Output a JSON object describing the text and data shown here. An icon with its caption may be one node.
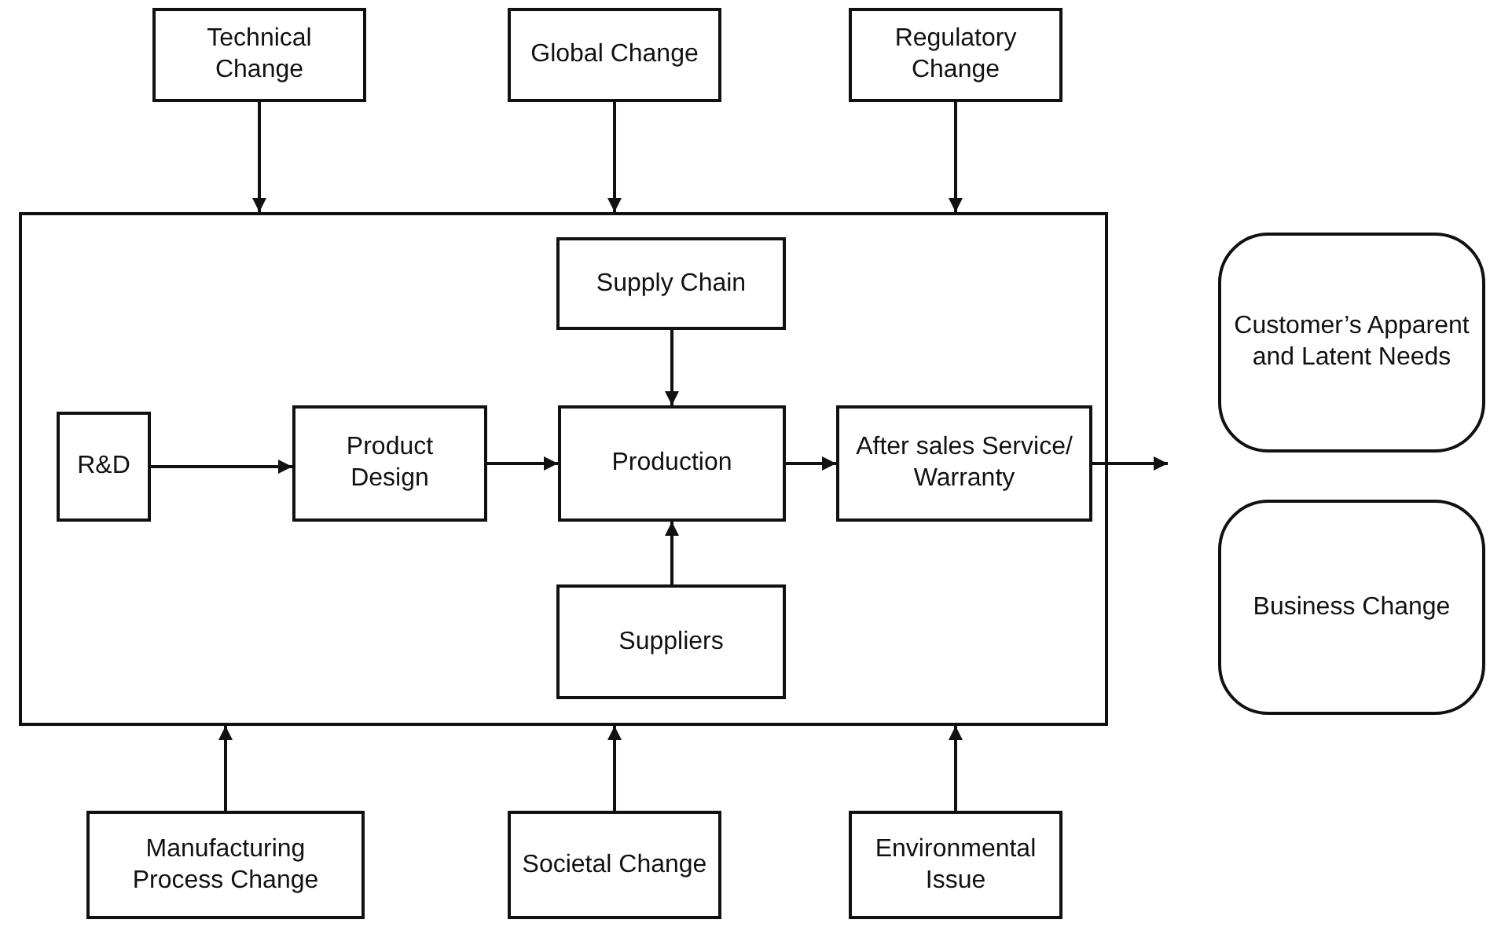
{
  "diagram": {
    "nodes": [
      {
        "text": [
          "Technical Change"
        ]
      },
      {
        "text": [
          "Global Change"
        ]
      },
      {
        "text": [
          "Regulatory Change"
        ]
      },
      {
        "text": [],
        "shape": "box"
      },
      {
        "text": [
          "Supply Chain"
        ],
        "in": 3
      },
      {
        "text": [
          "R&D"
        ],
        "in": 3
      },
      {
        "text": [
          "Product Design"
        ],
        "in": 3
      },
      {
        "text": [
          "Production"
        ],
        "in": 3
      },
      {
        "text": [
          "After sales Service/ Warranty"
        ],
        "in": 3
      },
      {
        "text": [
          "Suppliers"
        ],
        "in": 3
      },
      {
        "text": [
          "Customer’s Apparent and Latent Needs"
        ]
      },
      {
        "text": [
          "Business Change"
        ]
      },
      {
        "text": [
          "Manufacturing Process Change"
        ]
      },
      {
        "text": [
          "Societal Change"
        ]
      },
      {
        "text": [
          "Environmental Issue"
        ]
      }
    ],
    "edges": [
      {
        "from": 0,
        "to": 3,
        "arrow": "to"
      },
      {
        "from": 1,
        "to": 3,
        "arrow": "to"
      },
      {
        "from": 2,
        "to": 3,
        "arrow": "to"
      },
      {
        "from": 4,
        "to": 7,
        "arrow": "to"
      },
      {
        "from": 5,
        "to": 6,
        "arrow": "to"
      },
      {
        "from": 6,
        "to": 7,
        "arrow": "to"
      },
      {
        "from": 7,
        "to": 8,
        "arrow": "to"
      },
      {
        "from": 9,
        "to": 7,
        "arrow": "to"
      },
      {
        "from": 8,
        "to": null,
        "arrow": "to"
      },
      {
        "from": 12,
        "to": 3,
        "arrow": "to"
      },
      {
        "from": 13,
        "to": 3,
        "arrow": "to"
      },
      {
        "from": 14,
        "to": 3,
        "arrow": "to"
      }
    ]
  }
}
